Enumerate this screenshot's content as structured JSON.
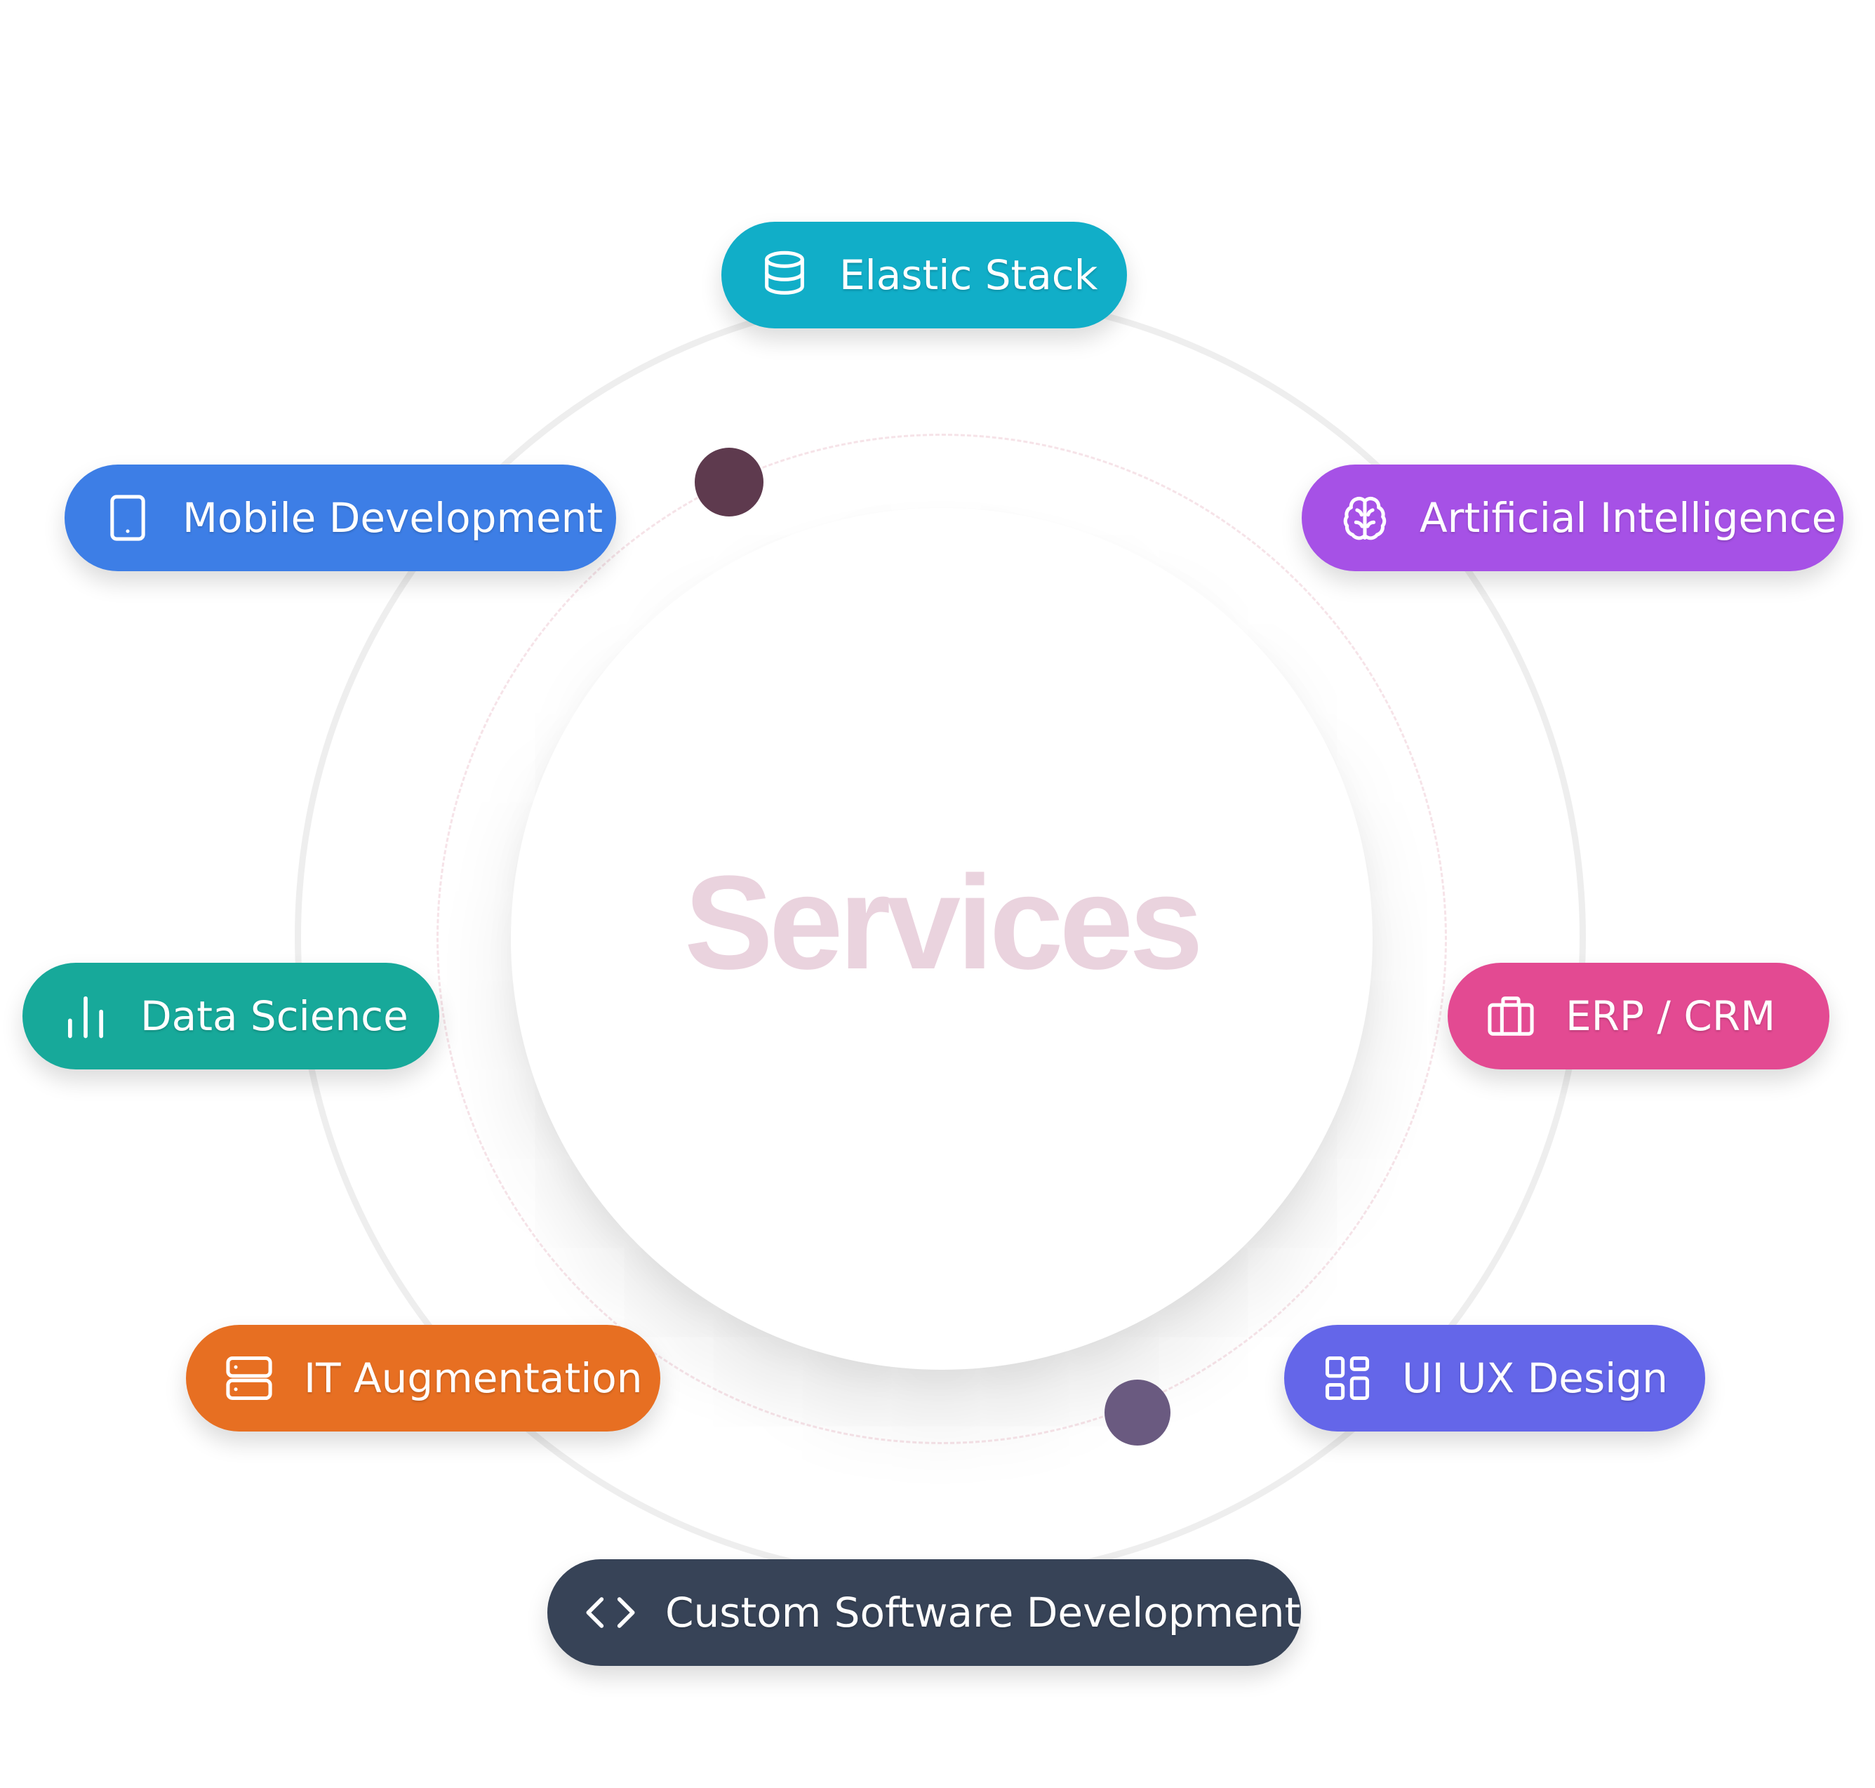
{
  "hub": {
    "title": "Services",
    "title_color": "#ead3de"
  },
  "services": [
    {
      "id": "elastic-stack",
      "label": "Elastic Stack",
      "icon": "database-icon",
      "color": "#11aec8"
    },
    {
      "id": "artificial-intelligence",
      "label": "Artificial Intelligence",
      "icon": "brain-icon",
      "color": "#a651e6"
    },
    {
      "id": "erp-crm",
      "label": "ERP / CRM",
      "icon": "briefcase-icon",
      "color": "#e34a92"
    },
    {
      "id": "ui-ux-design",
      "label": "UI UX Design",
      "icon": "layout-grid-icon",
      "color": "#6466e9"
    },
    {
      "id": "custom-software-development",
      "label": "Custom Software Development",
      "icon": "code-brackets-icon",
      "color": "#374357"
    },
    {
      "id": "it-augmentation",
      "label": "IT Augmentation",
      "icon": "server-icon",
      "color": "#e76f22"
    },
    {
      "id": "data-science",
      "label": "Data Science",
      "icon": "bar-chart-icon",
      "color": "#17a99a"
    },
    {
      "id": "mobile-development",
      "label": "Mobile Development",
      "icon": "tablet-icon",
      "color": "#3d7ee6"
    }
  ],
  "decorations": {
    "dot_dark_color": "#5e3a4e",
    "dot_light_color": "#6a5a80"
  }
}
